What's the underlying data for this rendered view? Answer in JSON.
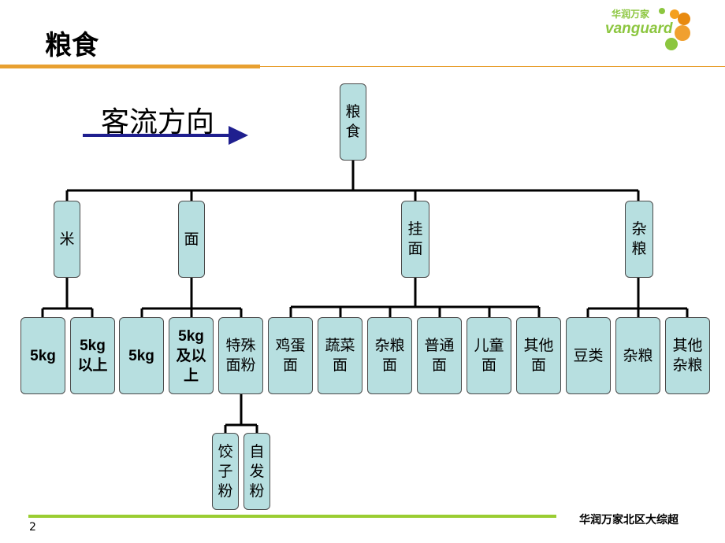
{
  "page_title": "粮食",
  "logo_text": [
    "华润万家",
    "vanguard"
  ],
  "flow_label": "客流方向",
  "root": "粮食",
  "categories": [
    "米",
    "面",
    "挂面",
    "杂粮"
  ],
  "rice_items": [
    "5kg",
    "5kg\n以上"
  ],
  "flour_items": [
    "5kg",
    "5kg\n及以上",
    "特殊\n面粉"
  ],
  "noodle_items": [
    "鸡蛋\n面",
    "蔬菜\n面",
    "杂粮\n面",
    "普通\n面",
    "儿童\n面",
    "其他\n面"
  ],
  "grain_items": [
    "豆类",
    "杂粮",
    "其他\n杂粮"
  ],
  "special_flour_items": [
    "饺子\n粉",
    "自发\n粉"
  ],
  "footer": "华润万家北区大综超",
  "page_number": "2",
  "colors": {
    "box_fill": "#b7dfe0",
    "arrow": "#1f1f8f",
    "accent_orange": "#e8a030",
    "accent_green": "#9acd32"
  }
}
